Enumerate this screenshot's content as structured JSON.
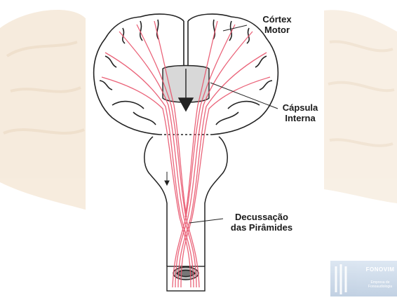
{
  "labels": {
    "cortex_line1": "Córtex",
    "cortex_line2": "Motor",
    "capsula_line1": "Cápsula",
    "capsula_line2": "Interna",
    "decus_line1": "Decussação",
    "decus_line2": "das Pirâmides"
  },
  "logo": {
    "name": "FONOVIM",
    "subtitle": "Empresa de Fonoaudiologia"
  },
  "colors": {
    "tract": "#e8536b",
    "ink": "#1a1a1a",
    "background_tint": "#f3e3cf"
  }
}
